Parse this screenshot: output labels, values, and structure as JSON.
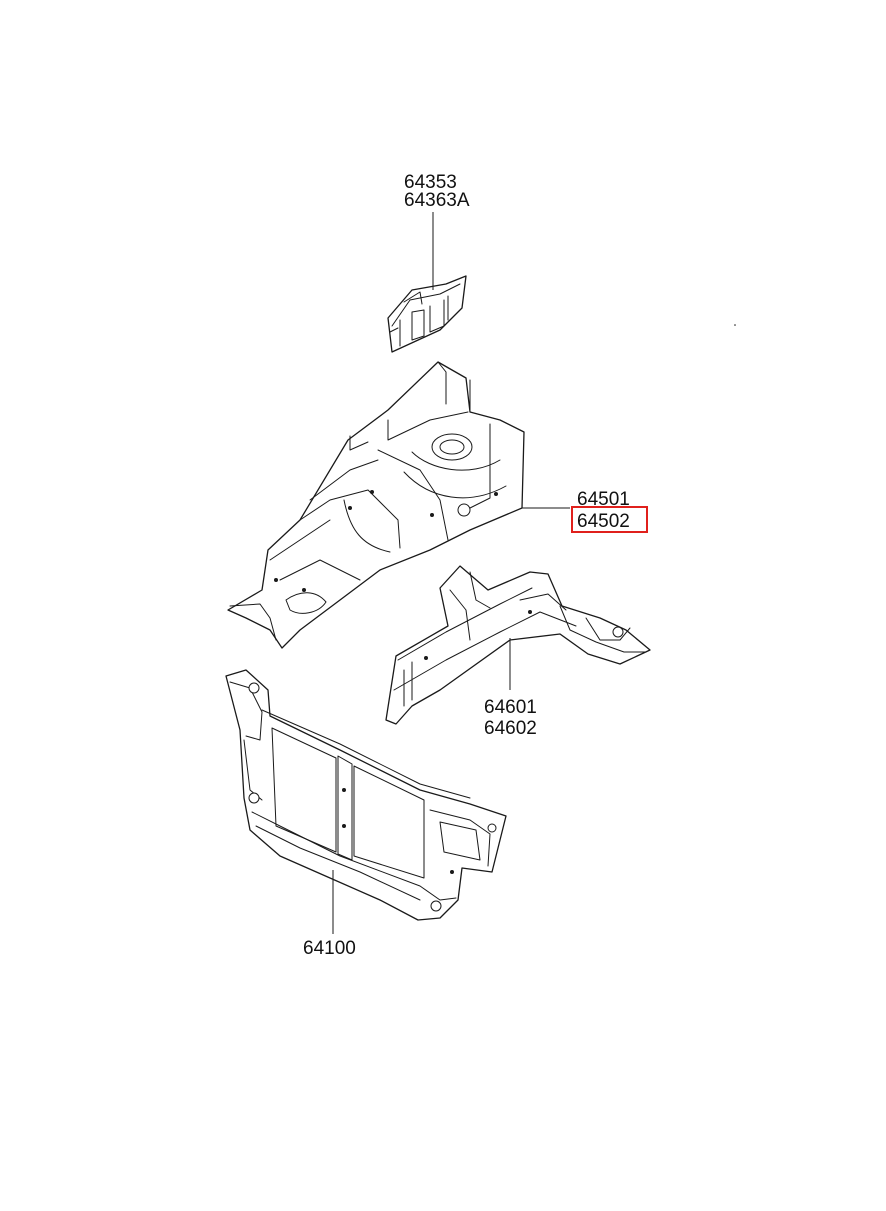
{
  "parts": [
    {
      "id": "bracket",
      "labels": [
        "64353",
        "64363A"
      ]
    },
    {
      "id": "fender-apron",
      "labels": [
        "64501",
        "64502"
      ],
      "highlighted_label": "64502"
    },
    {
      "id": "side-member",
      "labels": [
        "64601",
        "64602"
      ]
    },
    {
      "id": "radiator-support",
      "labels": [
        "64100"
      ]
    }
  ],
  "colors": {
    "highlight": "#e0201c",
    "line": "#1a1a1a",
    "background": "#ffffff"
  }
}
